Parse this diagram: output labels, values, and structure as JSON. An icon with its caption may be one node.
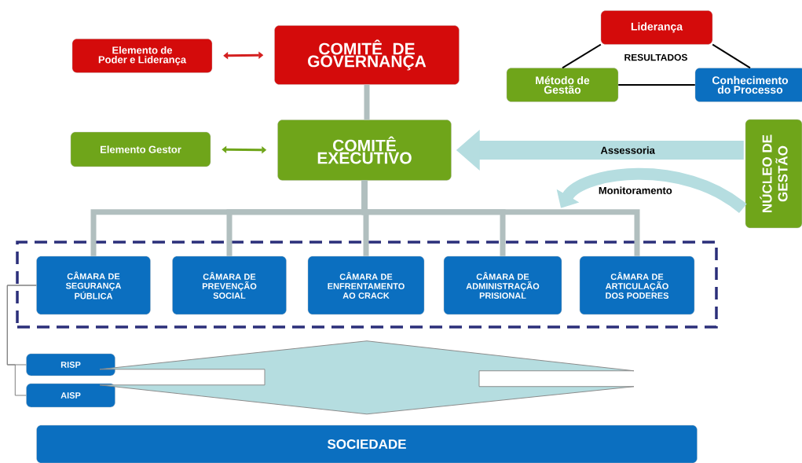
{
  "diagram": {
    "nodes": [
      {
        "text": [
          "Elemento de Poder e Liderança"
        ]
      },
      {
        "text": [
          "COMITÊ DE GOVERNANÇA"
        ]
      },
      {
        "text": [
          "Elemento Gestor"
        ]
      },
      {
        "text": [
          "COMITÊ EXECUTIVO"
        ]
      },
      {
        "text": [
          "Liderança"
        ]
      },
      {
        "text": [
          "Método de Gestão"
        ]
      },
      {
        "text": [
          "Conhecimento do Processo"
        ]
      },
      {
        "text": [
          "NÚCLEO DE GESTÃO"
        ]
      },
      {
        "text": [],
        "shape": "box"
      },
      {
        "text": [
          "CÂMARA DE SEGURANÇA PÚBLICA"
        ],
        "in": 8
      },
      {
        "text": [
          "CÂMARA DE PREVENÇÃO SOCIAL"
        ],
        "in": 8
      },
      {
        "text": [
          "CÂMARA DE ENFRENTAMENTO AO CRACK"
        ],
        "in": 8
      },
      {
        "text": [
          "CÂMARA DE ADMINISTRAÇÃO PRISIONAL"
        ],
        "in": 8
      },
      {
        "text": [
          "CÂMARA DE ARTICULAÇÃO DOS PODERES"
        ],
        "in": 8
      },
      {
        "text": [
          "RISP"
        ]
      },
      {
        "text": [
          "AISP"
        ]
      },
      {
        "text": [
          "SOCIEDADE"
        ]
      }
    ],
    "edges": [
      {
        "from": 0,
        "to": 1,
        "arrow": "both",
        "color": "#d42020"
      },
      {
        "from": 2,
        "to": 3,
        "arrow": "both",
        "color": "#6fa51a"
      },
      {
        "from": 1,
        "to": 3,
        "arrow": "none"
      },
      {
        "from": 3,
        "to": 9,
        "arrow": "none"
      },
      {
        "from": 3,
        "to": 10,
        "arrow": "none"
      },
      {
        "from": 3,
        "to": 11,
        "arrow": "none"
      },
      {
        "from": 3,
        "to": 12,
        "arrow": "none"
      },
      {
        "from": 3,
        "to": 13,
        "arrow": "none"
      },
      {
        "from": 4,
        "to": 5,
        "arrow": "none",
        "color": "#000000"
      },
      {
        "from": 4,
        "to": 6,
        "arrow": "none",
        "color": "#000000"
      },
      {
        "from": 5,
        "to": 6,
        "arrow": "none",
        "color": "#000000"
      },
      {
        "from": 7,
        "to": 3,
        "arrow": "to",
        "label": "Assessoria",
        "style": "thick"
      },
      {
        "from": 7,
        "to": 8,
        "arrow": "to",
        "label": "Monitoramento",
        "style": "thick"
      },
      {
        "from": 9,
        "to": 14,
        "arrow": "none",
        "color": "#808080"
      },
      {
        "from": 9,
        "to": 15,
        "arrow": "none",
        "color": "#808080"
      },
      {
        "from": 8,
        "to": 16,
        "arrow": "both",
        "style": "thick"
      }
    ],
    "labels": [
      "RESULTADOS"
    ]
  }
}
